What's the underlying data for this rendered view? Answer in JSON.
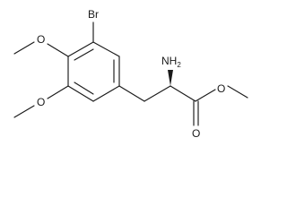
{
  "molecule": {
    "atoms": {
      "bromine": "Br",
      "amine": "NH",
      "amine_subscript": "2",
      "methoxy_o_upper": "O",
      "methoxy_o_lower": "O",
      "ester_o_single": "O",
      "ester_o_double": "O"
    },
    "stereo_bond": "wedge",
    "colors": {
      "ink": "#1a1a1a",
      "background": "#ffffff"
    }
  }
}
